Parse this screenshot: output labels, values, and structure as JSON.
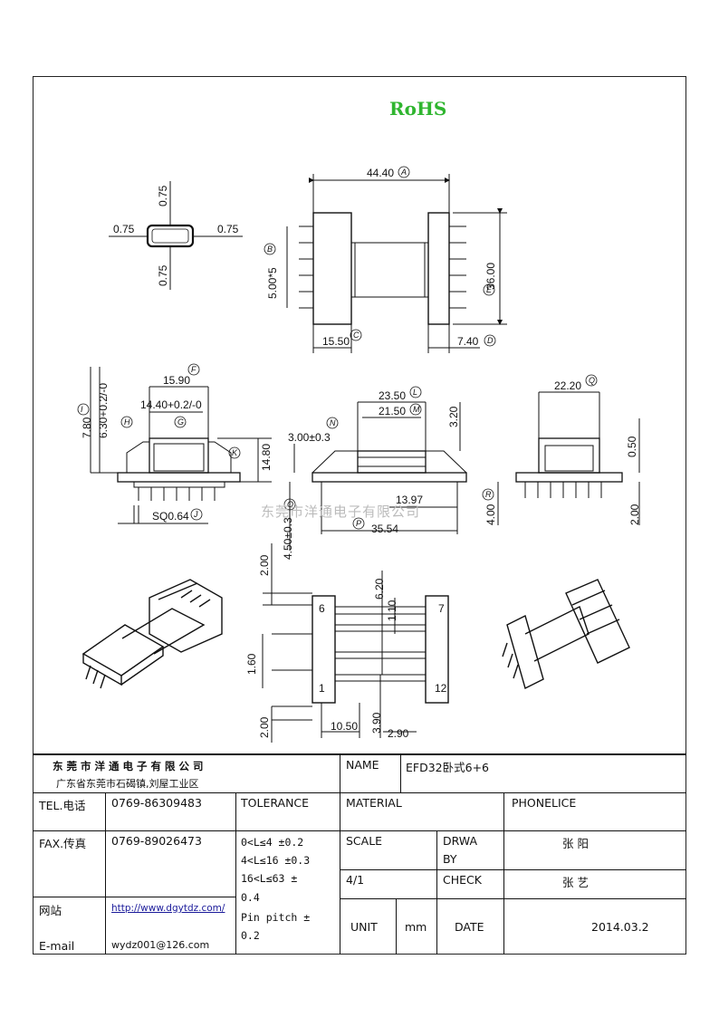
{
  "rohs": "RoHS",
  "watermark": "东莞市洋通电子有限公司",
  "dimensions": {
    "overall_width": "44.40",
    "pin_pitch_5": "5.00*5",
    "height_36": "36.00",
    "left_15_50": "15.50",
    "right_7_40": "7.40",
    "wire_0_75": "0.75",
    "w_15_90": "15.90",
    "w_14_40": "14.40+0.2/-0",
    "h_7_80": "7.80",
    "h_6_30": "6.30+0.2/-0",
    "h_14_80": "14.80",
    "pin_sq": "SQ0.64",
    "w_23_50": "23.50",
    "w_21_50": "21.50",
    "h_3_20": "3.20",
    "h_3_00": "3.00±0.3",
    "w_13_97": "13.97",
    "w_35_54": "35.54",
    "h_4_50": "4.50±0.3",
    "w_22_20": "22.20",
    "h_0_50": "0.50",
    "h_4_00": "4.00",
    "h_2_00": "2.00",
    "b_6_20": "6.20",
    "b_1_10": "1.10",
    "b_1_60": "1.60",
    "b_10_50": "10.50",
    "b_3_90": "3.90",
    "b_2_90": "2.90"
  },
  "bubbles": {
    "A": "A",
    "B": "B",
    "C": "C",
    "D": "D",
    "E": "E",
    "F": "F",
    "G": "G",
    "H": "H",
    "I": "I",
    "J": "J",
    "K": "K",
    "L": "L",
    "M": "M",
    "N": "N",
    "O": "O",
    "P": "P",
    "Q": "Q",
    "R": "R"
  },
  "pins": {
    "p6": "6",
    "p7": "7",
    "p1": "1",
    "p12": "12"
  },
  "title_block": {
    "company": "东 莞 市 洋 通 电 子 有 限 公 司",
    "address": "广东省东莞市石碣镇,刘屋工业区",
    "name_label": "NAME",
    "name_value": "EFD32卧式6+6",
    "tel_label": "TEL.电话",
    "tel_value": "0769-86309483",
    "tolerance_label": "TOLERANCE",
    "material_label": "MATERIAL",
    "material_value": "PHONELICE",
    "fax_label": "FAX.传真",
    "fax_value": "0769-89026473",
    "tol_1": "0<L≤4  ±0.2",
    "tol_2": "4<L≤16 ±0.3",
    "tol_3": "16<L≤63 ±",
    "tol_3b": "0.4",
    "tol_4": "Pin pitch ±",
    "tol_4b": "0.2",
    "scale_label": "SCALE",
    "drawby_label_1": "DRWA",
    "drawby_label_2": "BY",
    "drawby_value": "张 阳",
    "scale_value": "4/1",
    "check_label": "CHECK",
    "check_value": "张 艺",
    "web_label": "网站",
    "web_value": "http://www.dgytdz.com/",
    "email_label": "E-mail",
    "email_value": "wydz001@126.com",
    "unit_label": "UNIT",
    "unit_value": "mm",
    "date_label": "DATE",
    "date_value": "2014.03.2"
  }
}
